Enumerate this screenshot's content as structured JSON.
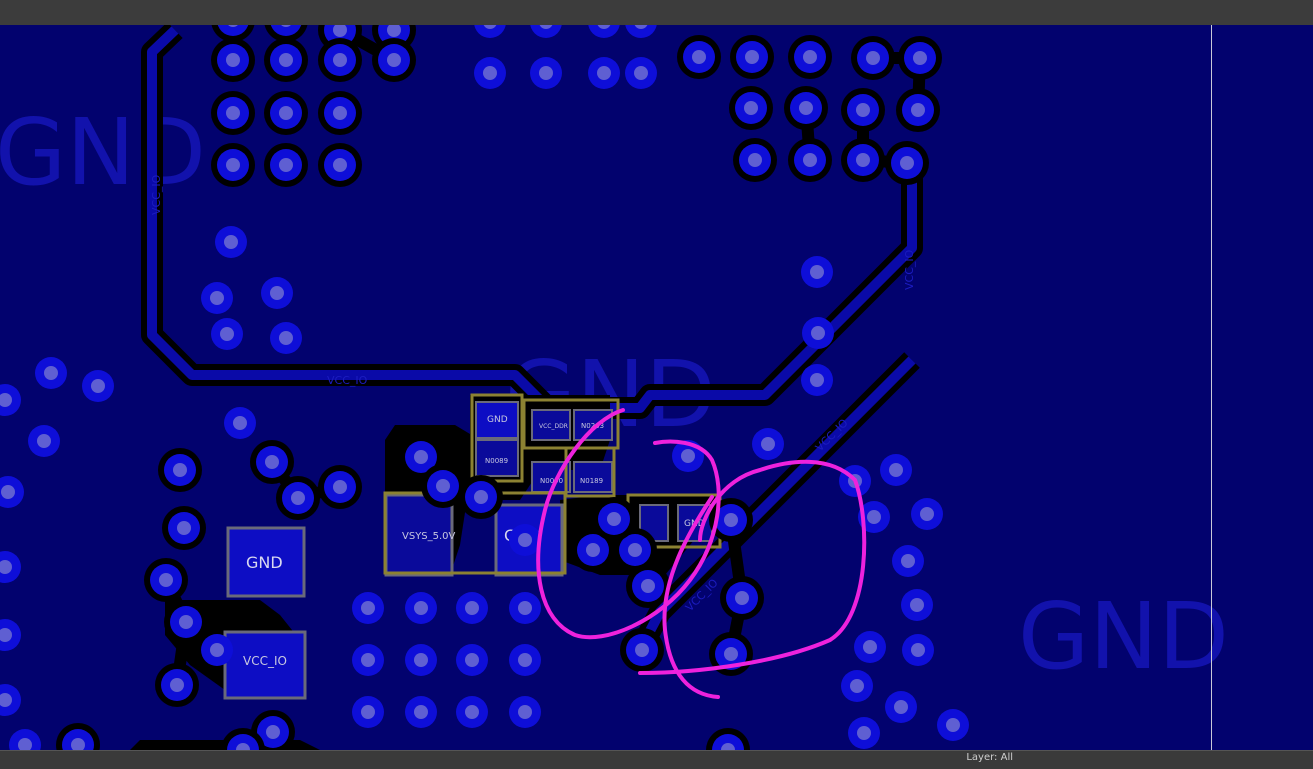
{
  "app": {
    "status_text": "Layer: All"
  },
  "colors": {
    "board": "#02026e",
    "copper_label": "#1515b0",
    "via_fill": "#0e0ed8",
    "via_hole": "#5f5fd2",
    "silk": "#8a8a8a",
    "courtyard": "#8c8232",
    "annotation": "#ee22dd"
  },
  "copper_labels": {
    "gnd_left": "GND",
    "gnd_center": "GND",
    "gnd_right": "GND",
    "net_trace_left": "VCC_IO",
    "net_trace_bottom": "VCC_IO",
    "net_trace_right": "VCC_IO",
    "net_trace_diag": "VCC_IO",
    "net_trace_low": "VCC_IO"
  },
  "pads": {
    "gnd_big": "GND",
    "vcc_io": "VCC_IO",
    "vsys": "VSYS_5.0V",
    "gnd_mid": "GND",
    "gnd_small": "GND",
    "vcc_ddr": "VCC_DDR",
    "n0089": "N0089",
    "n0090": "N0090",
    "n0189": "N0189",
    "n0203": "N0203",
    "gnd_r": "GND"
  }
}
